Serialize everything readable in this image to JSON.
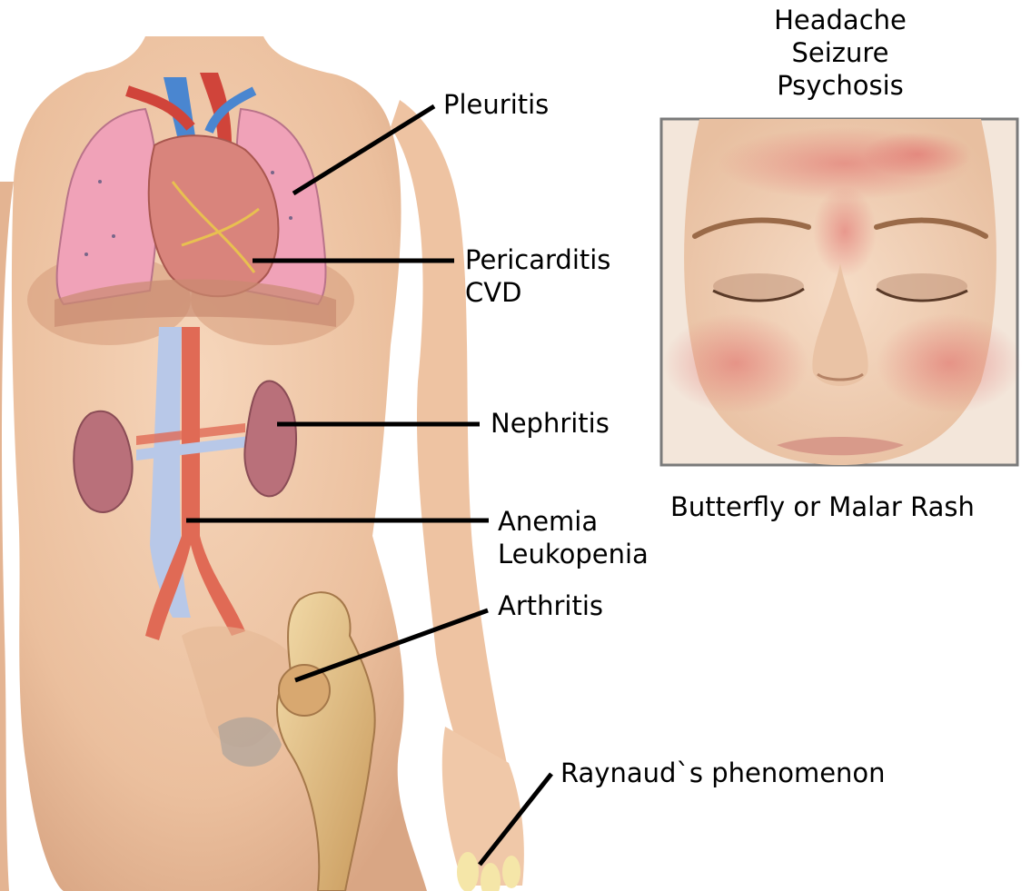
{
  "face_symptoms": [
    "Headache",
    "Seizure",
    "Psychosis"
  ],
  "face_caption": "Butterfly or Malar Rash",
  "callouts": {
    "pleuritis": [
      "Pleuritis"
    ],
    "pericarditis": [
      "Pericarditis",
      "CVD"
    ],
    "nephritis": [
      "Nephritis"
    ],
    "anemia": [
      "Anemia",
      "Leukopenia"
    ],
    "arthritis": [
      "Arthritis"
    ],
    "raynaud": [
      "Raynaud`s phenomenon"
    ]
  },
  "colors": {
    "skin": "#f0c8a8",
    "skin_shadow": "#d9a684",
    "lung": "#f0a2b8",
    "heart": "#d9847c",
    "kidney": "#b9707a",
    "vein": "#b8c8e8",
    "artery": "#e06a55",
    "bone": "#e8c890",
    "rash": "#e07070",
    "leader": "#000000"
  }
}
